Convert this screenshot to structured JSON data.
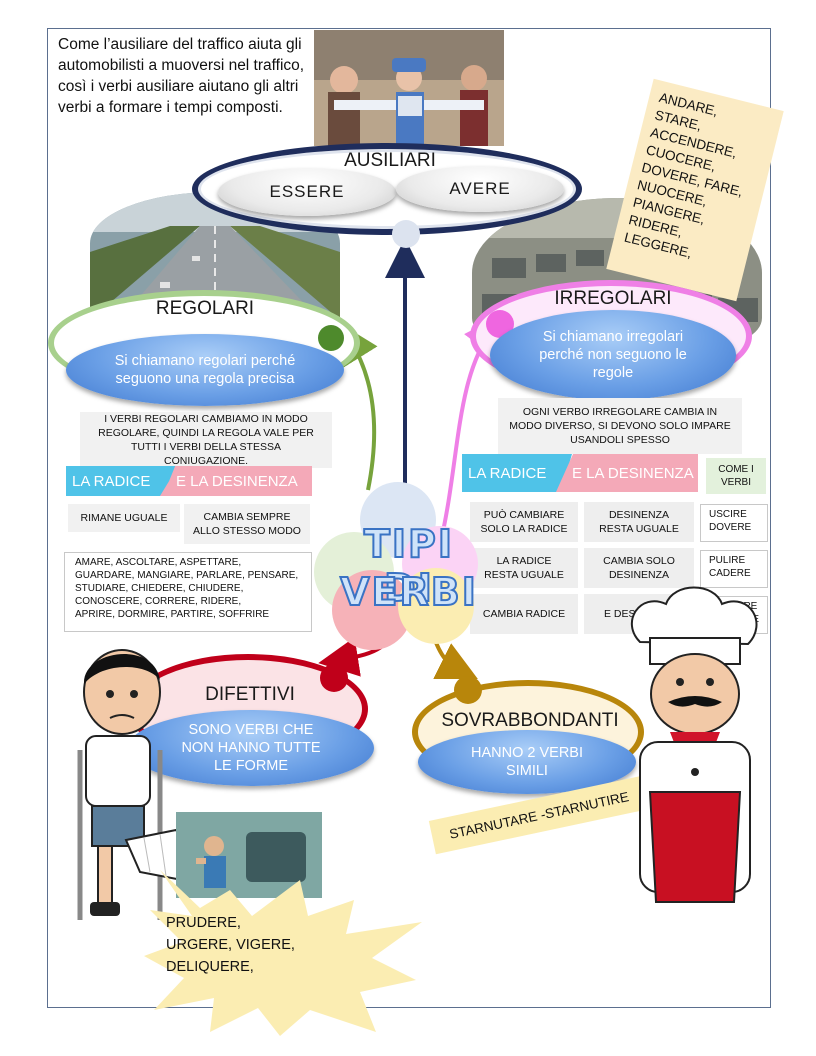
{
  "intro": {
    "text": "Come l’ausiliare del traffico aiuta gli automobilisti a muoversi nel traffico, così i verbi ausiliare aiutano gli altri verbi a formare i tempi composti."
  },
  "center": {
    "line1": "TIPI DI",
    "line2": "VERBI"
  },
  "ausiliari": {
    "title": "AUSILIARI",
    "essere": "ESSERE",
    "avere": "AVERE"
  },
  "regolari": {
    "title": "REGOLARI",
    "definition": "Si chiamano regolari perché seguono una regola precisa",
    "explanation": "I VERBI REGOLARI CAMBIAMO IN MODO REGOLARE, QUINDI LA REGOLA VALE PER TUTTI I VERBI DELLA STESSA CONIUGAZIONE.",
    "radice_label": "LA RADICE",
    "desinenza_label": "E LA DESINENZA",
    "radice_value": "RIMANE UGUALE",
    "desinenza_value": "CAMBIA SEMPRE ALLO STESSO MODO",
    "examples_line1": "AMARE, ASCOLTARE, ASPETTARE, GUARDARE, MANGIARE, PARLARE, PENSARE, STUDIARE, CHIEDERE, CHIUDERE, CONOSCERE, CORRERE, RIDERE,",
    "examples_line2": "APRIRE, DORMIRE, PARTIRE, SOFFRIRE"
  },
  "irregolari": {
    "title": "IRREGOLARI",
    "definition": "Si chiamano irregolari perché non seguono le regole",
    "explanation": "OGNI VERBO IRREGOLARE CAMBIA IN MODO DIVERSO, SI DEVONO SOLO IMPARE USANDOLI SPESSO",
    "radice_label": "LA RADICE",
    "desinenza_label": "E LA DESINENZA",
    "come_label": "COME I VERBI",
    "rows": [
      {
        "radice": "PUÒ CAMBIARE SOLO LA RADICE",
        "desinenza": "DESINENZA RESTA UGUALE",
        "examples": "USCIRE DOVERE"
      },
      {
        "radice": "LA RADICE RESTA UGUALE",
        "desinenza": "CAMBIA SOLO DESINENZA",
        "examples": "PULIRE CADERE"
      },
      {
        "radice": "CAMBIA RADICE",
        "desinenza": "E DESINENZA",
        "examples": "LEGGERE CORRERE"
      }
    ],
    "verb_list": [
      "ANDARE,",
      "STARE,",
      "ACCENDERE,",
      "CUOCERE,",
      "DOVERE, FARE,",
      "NUOCERE,",
      "PIANGERE,",
      "RIDERE,",
      "LEGGERE,"
    ]
  },
  "difettivi": {
    "title": "DIFETTIVI",
    "definition": "SONO VERBI CHE NON HANNO TUTTE LE FORME",
    "examples": [
      "PRUDERE,",
      "URGERE, VIGERE,",
      "DELIQUERE,"
    ]
  },
  "sovrabbondanti": {
    "title": "SOVRABBONDANTI",
    "definition": "HANNO 2 VERBI SIMILI",
    "example": "STARNUTARE -STARNUTIRE"
  },
  "colors": {
    "regolari": "#77a33c",
    "irregolari": "#ef7fe6",
    "difettivi": "#c0001a",
    "sovrabbondanti": "#b8860b",
    "ausiliari": "#1f2d5c",
    "cyan": "#4fc3e8",
    "pink": "#f4a9b8"
  }
}
